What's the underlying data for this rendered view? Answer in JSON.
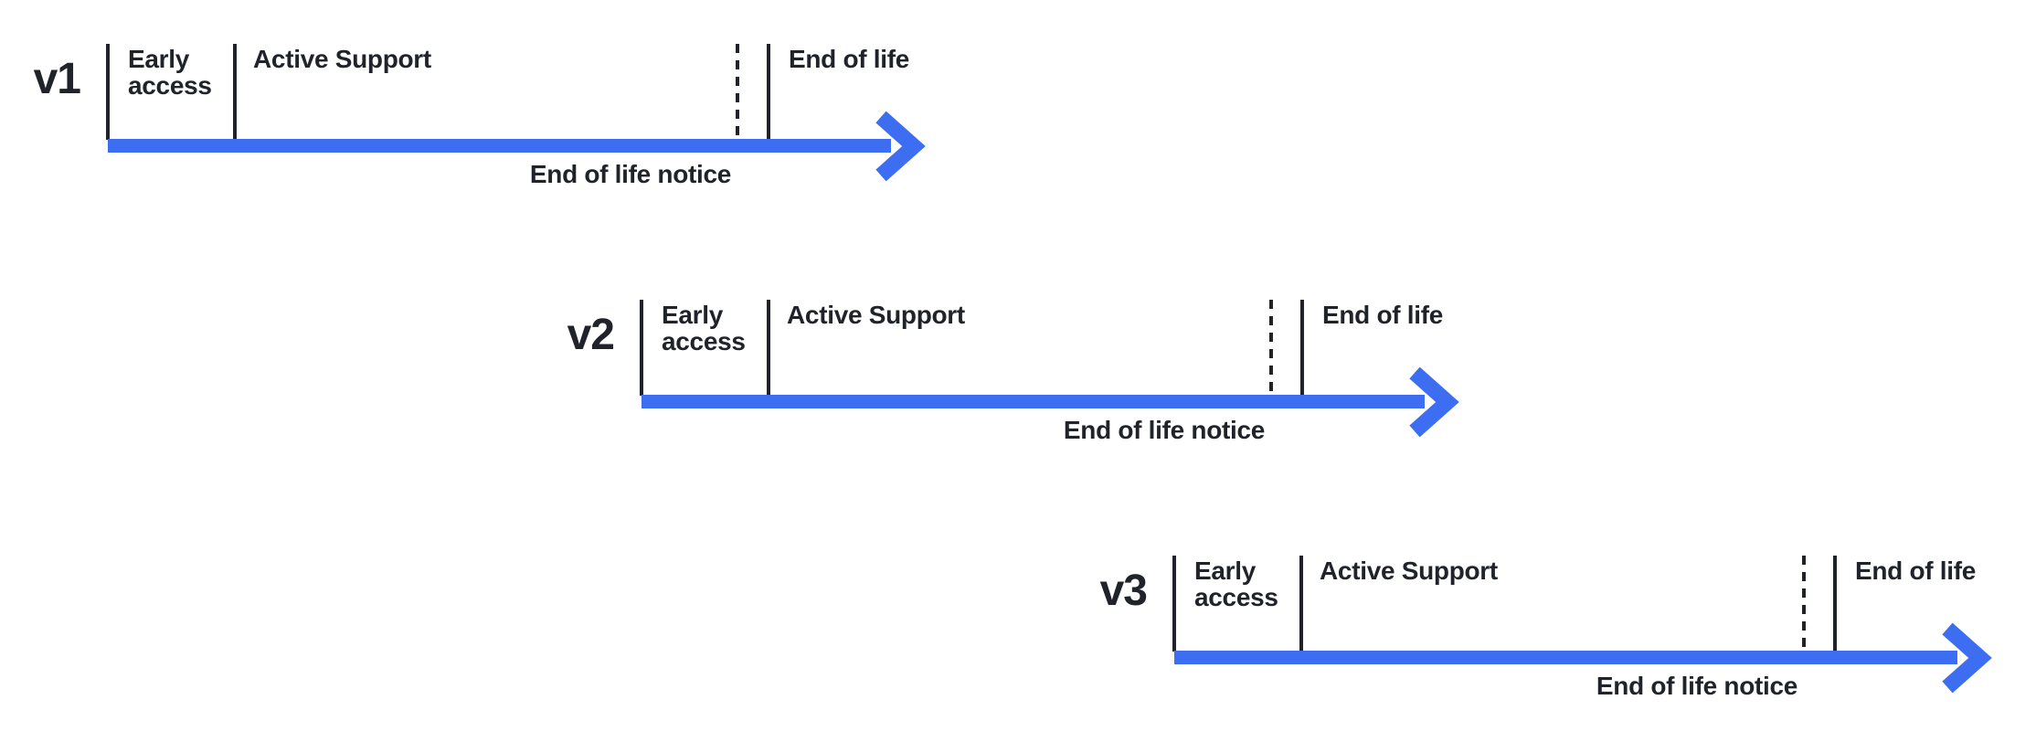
{
  "colors": {
    "accent": "#3D6EF2",
    "ink": "#20242A",
    "background": "#FFFFFF"
  },
  "rows": [
    {
      "version": "v1",
      "early_access": "Early access",
      "active_support": "Active Support",
      "end_of_life": "End of life",
      "end_of_life_notice": "End of life notice"
    },
    {
      "version": "v2",
      "early_access": "Early access",
      "active_support": "Active Support",
      "end_of_life": "End of life",
      "end_of_life_notice": "End of life notice"
    },
    {
      "version": "v3",
      "early_access": "Early access",
      "active_support": "Active Support",
      "end_of_life": "End of life",
      "end_of_life_notice": "End of life notice"
    }
  ]
}
